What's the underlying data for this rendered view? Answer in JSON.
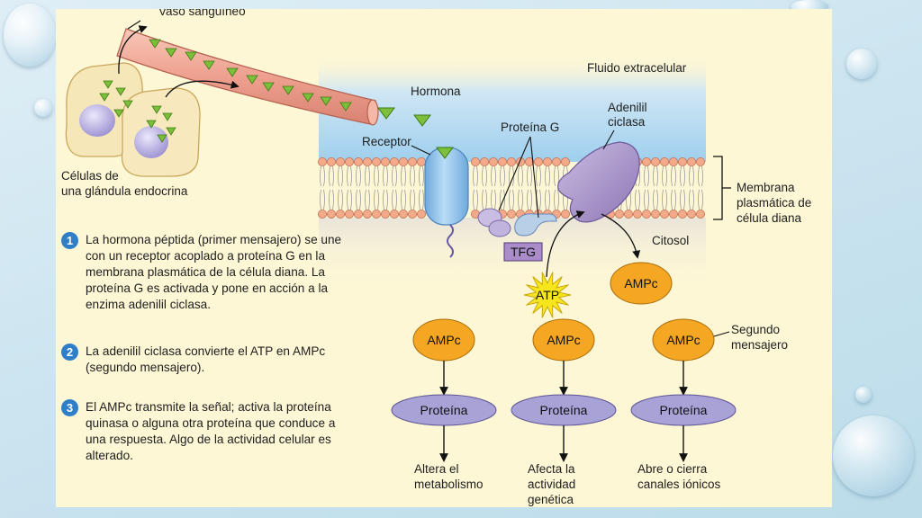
{
  "labels": {
    "vessel": "Vaso sanguíneo",
    "cells_line1": "Células de",
    "cells_line2": "una glándula endocrina",
    "extracellular": "Fluido extracelular",
    "hormone": "Hormona",
    "receptor": "Receptor",
    "g_protein": "Proteína G",
    "adenylyl_line1": "Adenilil",
    "adenylyl_line2": "ciclasa",
    "membrane_line1": "Membrana",
    "membrane_line2": "plasmática de",
    "membrane_line3": "célula diana",
    "cytosol": "Citosol",
    "gtp": "TFG",
    "atp": "ATP",
    "second_messenger_line1": "Segundo",
    "second_messenger_line2": "mensajero"
  },
  "nodes": {
    "camp_top": "AMPc",
    "camp_1": "AMPc",
    "camp_2": "AMPc",
    "camp_3": "AMPc",
    "protein_1": "Proteína",
    "protein_2": "Proteína",
    "protein_3": "Proteína"
  },
  "outcomes": {
    "o1_line1": "Altera el",
    "o1_line2": "metabolismo",
    "o2_line1": "Afecta la",
    "o2_line2": "actividad",
    "o2_line3": "genética",
    "o3_line1": "Abre o cierra",
    "o3_line2": "canales iónicos"
  },
  "steps": [
    {
      "num": "1",
      "text": "La hormona péptida (primer mensajero) se une con un receptor acoplado a proteína G en la membrana plasmática de la célula diana. La proteína G es activada y pone en acción a la enzima adenilil ciclasa."
    },
    {
      "num": "2",
      "text": "La adenilil ciclasa convierte el ATP en AMPc (segundo mensajero)."
    },
    {
      "num": "3",
      "text": "El AMPc transmite la señal; activa la proteína quinasa o alguna otra proteína que conduce a una respuesta. Algo de la actividad celular es alterado."
    }
  ],
  "colors": {
    "panel": "#fdf7d6",
    "extracellular_blue": "#a9d4ee",
    "hormone_green": "#7bbf3a",
    "receptor_blue": "#8fc0e8",
    "enzyme_purple": "#a691c6",
    "node_orange": "#f5a623",
    "protein_violet": "#a9a2d6",
    "atp_yellow": "#f7e51e",
    "step_blue": "#2f7fc8"
  }
}
